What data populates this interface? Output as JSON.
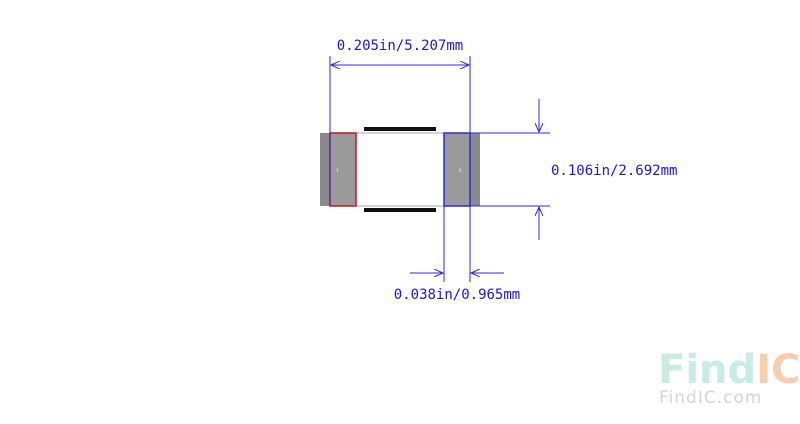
{
  "dimensions": {
    "overall_length": "0.205in/5.207mm",
    "height": "0.106in/2.692mm",
    "pad_width": "0.038in/0.965mm"
  },
  "pads": {
    "left": "1",
    "right": "2"
  },
  "watermark": {
    "logo_find": "Find",
    "logo_ic": "IC",
    "site": "FindIC.com"
  },
  "colors": {
    "dimension_line": "#2b2be0",
    "pad_fill": "#9a9a9a",
    "pad_outline": "#c8141e",
    "silkscreen": "#111111",
    "watermark_find": "#c7ece4",
    "watermark_ic": "#f8cfae",
    "watermark_site": "#d6d6d6"
  }
}
